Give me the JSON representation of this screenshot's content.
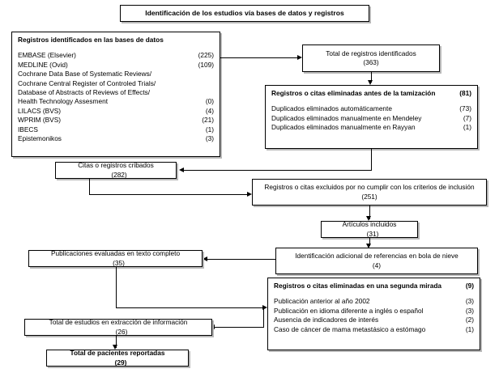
{
  "diagram": {
    "type": "prisma-flow-diagram",
    "language": "es",
    "header": {
      "label": "Identificación de los estudios vía bases de datos y registros"
    },
    "databases_box": {
      "title": "Registros identificados en las bases de datos",
      "entries": [
        {
          "label": "EMBASE (Elsevier)",
          "count": "(225)"
        },
        {
          "label": "MEDLINE (Ovid)",
          "count": "(109)"
        },
        {
          "label": "Cochrane Data Base of Systematic Reviews/",
          "count": ""
        },
        {
          "label": "Cochrane Central Register of Controled Trials/",
          "count": ""
        },
        {
          "label": "Database of Abstracts of Reviews of Effects/",
          "count": ""
        },
        {
          "label": "Health Technology Assesment",
          "count": "(0)"
        },
        {
          "label": "LILACS (BVS)",
          "count": "(4)"
        },
        {
          "label": "WPRIM (BVS)",
          "count": "(21)"
        },
        {
          "label": "IBECS",
          "count": "(1)"
        },
        {
          "label": "Epistemonikos",
          "count": "(3)"
        }
      ]
    },
    "total_identified": {
      "label": "Total de registros identificados",
      "count": "(363)"
    },
    "removed_before_screening": {
      "title": "Registros o citas eliminadas antes de la tamización",
      "title_count": "(81)",
      "entries": [
        {
          "label": "Duplicados eliminados automáticamente",
          "count": "(73)"
        },
        {
          "label": "Duplicados eliminados manualmente en Mendeley",
          "count": "(7)"
        },
        {
          "label": "Duplicados eliminados manualmente en Rayyan",
          "count": "(1)"
        }
      ]
    },
    "screened": {
      "label": "Citas o registros cribados",
      "count": "(282)"
    },
    "excluded_criteria": {
      "label": "Registros o citas excluidos por no cumplir con los criterios de inclusión",
      "count": "(251)"
    },
    "articles_included": {
      "label": "Artículos incluidos",
      "count": "(31)"
    },
    "snowball": {
      "label": "Identificación adicional de referencias en bola de nieve",
      "count": "(4)"
    },
    "full_text_assessed": {
      "label": "Publicaciones evaluadas en texto completo",
      "count": "(35)"
    },
    "second_look_removed": {
      "title": "Registros o citas eliminadas en una segunda mirada",
      "title_count": "(9)",
      "entries": [
        {
          "label": "Publicación anterior al año 2002",
          "count": "(3)"
        },
        {
          "label": "Publicación en idioma diferente a inglés o español",
          "count": "(3)"
        },
        {
          "label": "Ausencia de indicadores de interés",
          "count": "(2)"
        },
        {
          "label": "Caso de cáncer de mama metastásico a estómago",
          "count": "(1)"
        }
      ]
    },
    "studies_extraction": {
      "label": "Total de estudios en extracción de información",
      "count": "(26)"
    },
    "total_patients": {
      "label": "Total de pacientes reportadas",
      "count": "(29)"
    }
  }
}
